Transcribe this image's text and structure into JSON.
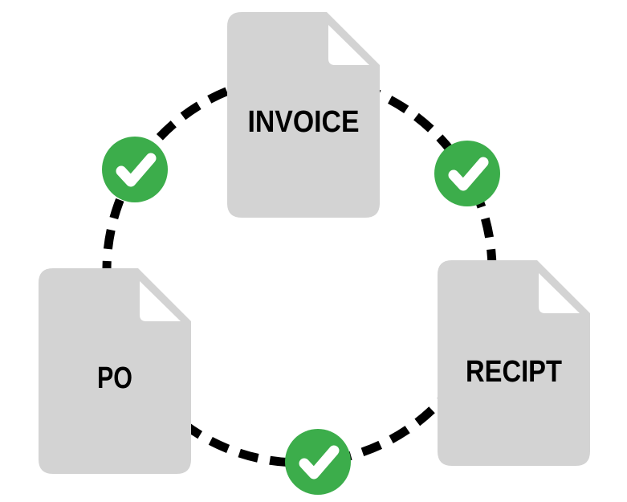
{
  "diagram": {
    "type": "three-document-matching-cycle",
    "documents": {
      "invoice": {
        "label": "INVOICE",
        "icon": "document-icon"
      },
      "po": {
        "label": "PO",
        "icon": "document-icon"
      },
      "receipt": {
        "label": "RECIPT",
        "icon": "document-icon"
      }
    },
    "connectors": {
      "style": "dashed-circle",
      "check_icon": "check-icon",
      "check_count": 3
    },
    "colors": {
      "background": "#ffffff",
      "document_fill": "#d3d3d3",
      "dash": "#000000",
      "check_circle": "#3cad4b",
      "check_mark": "#ffffff",
      "label_text": "#000000"
    }
  }
}
